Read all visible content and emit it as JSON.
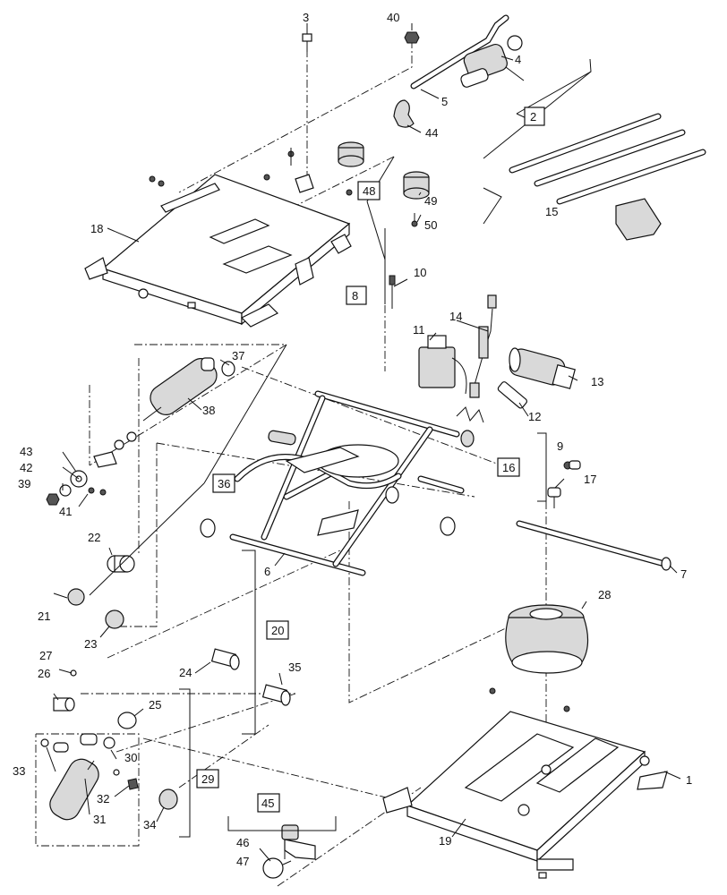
{
  "callouts": [
    "1",
    "2",
    "3",
    "4",
    "5",
    "6",
    "7",
    "8",
    "9",
    "10",
    "11",
    "12",
    "13",
    "14",
    "15",
    "16",
    "17",
    "18",
    "19",
    "20",
    "21",
    "22",
    "23",
    "24",
    "25",
    "26",
    "27",
    "28",
    "29",
    "30",
    "31",
    "32",
    "33",
    "34",
    "35",
    "36",
    "37",
    "38",
    "39",
    "40",
    "41",
    "42",
    "43",
    "44",
    "45",
    "46",
    "47",
    "48",
    "49",
    "50"
  ],
  "boxed_callouts": [
    "2",
    "8",
    "16",
    "20",
    "29",
    "36",
    "45",
    "48"
  ]
}
